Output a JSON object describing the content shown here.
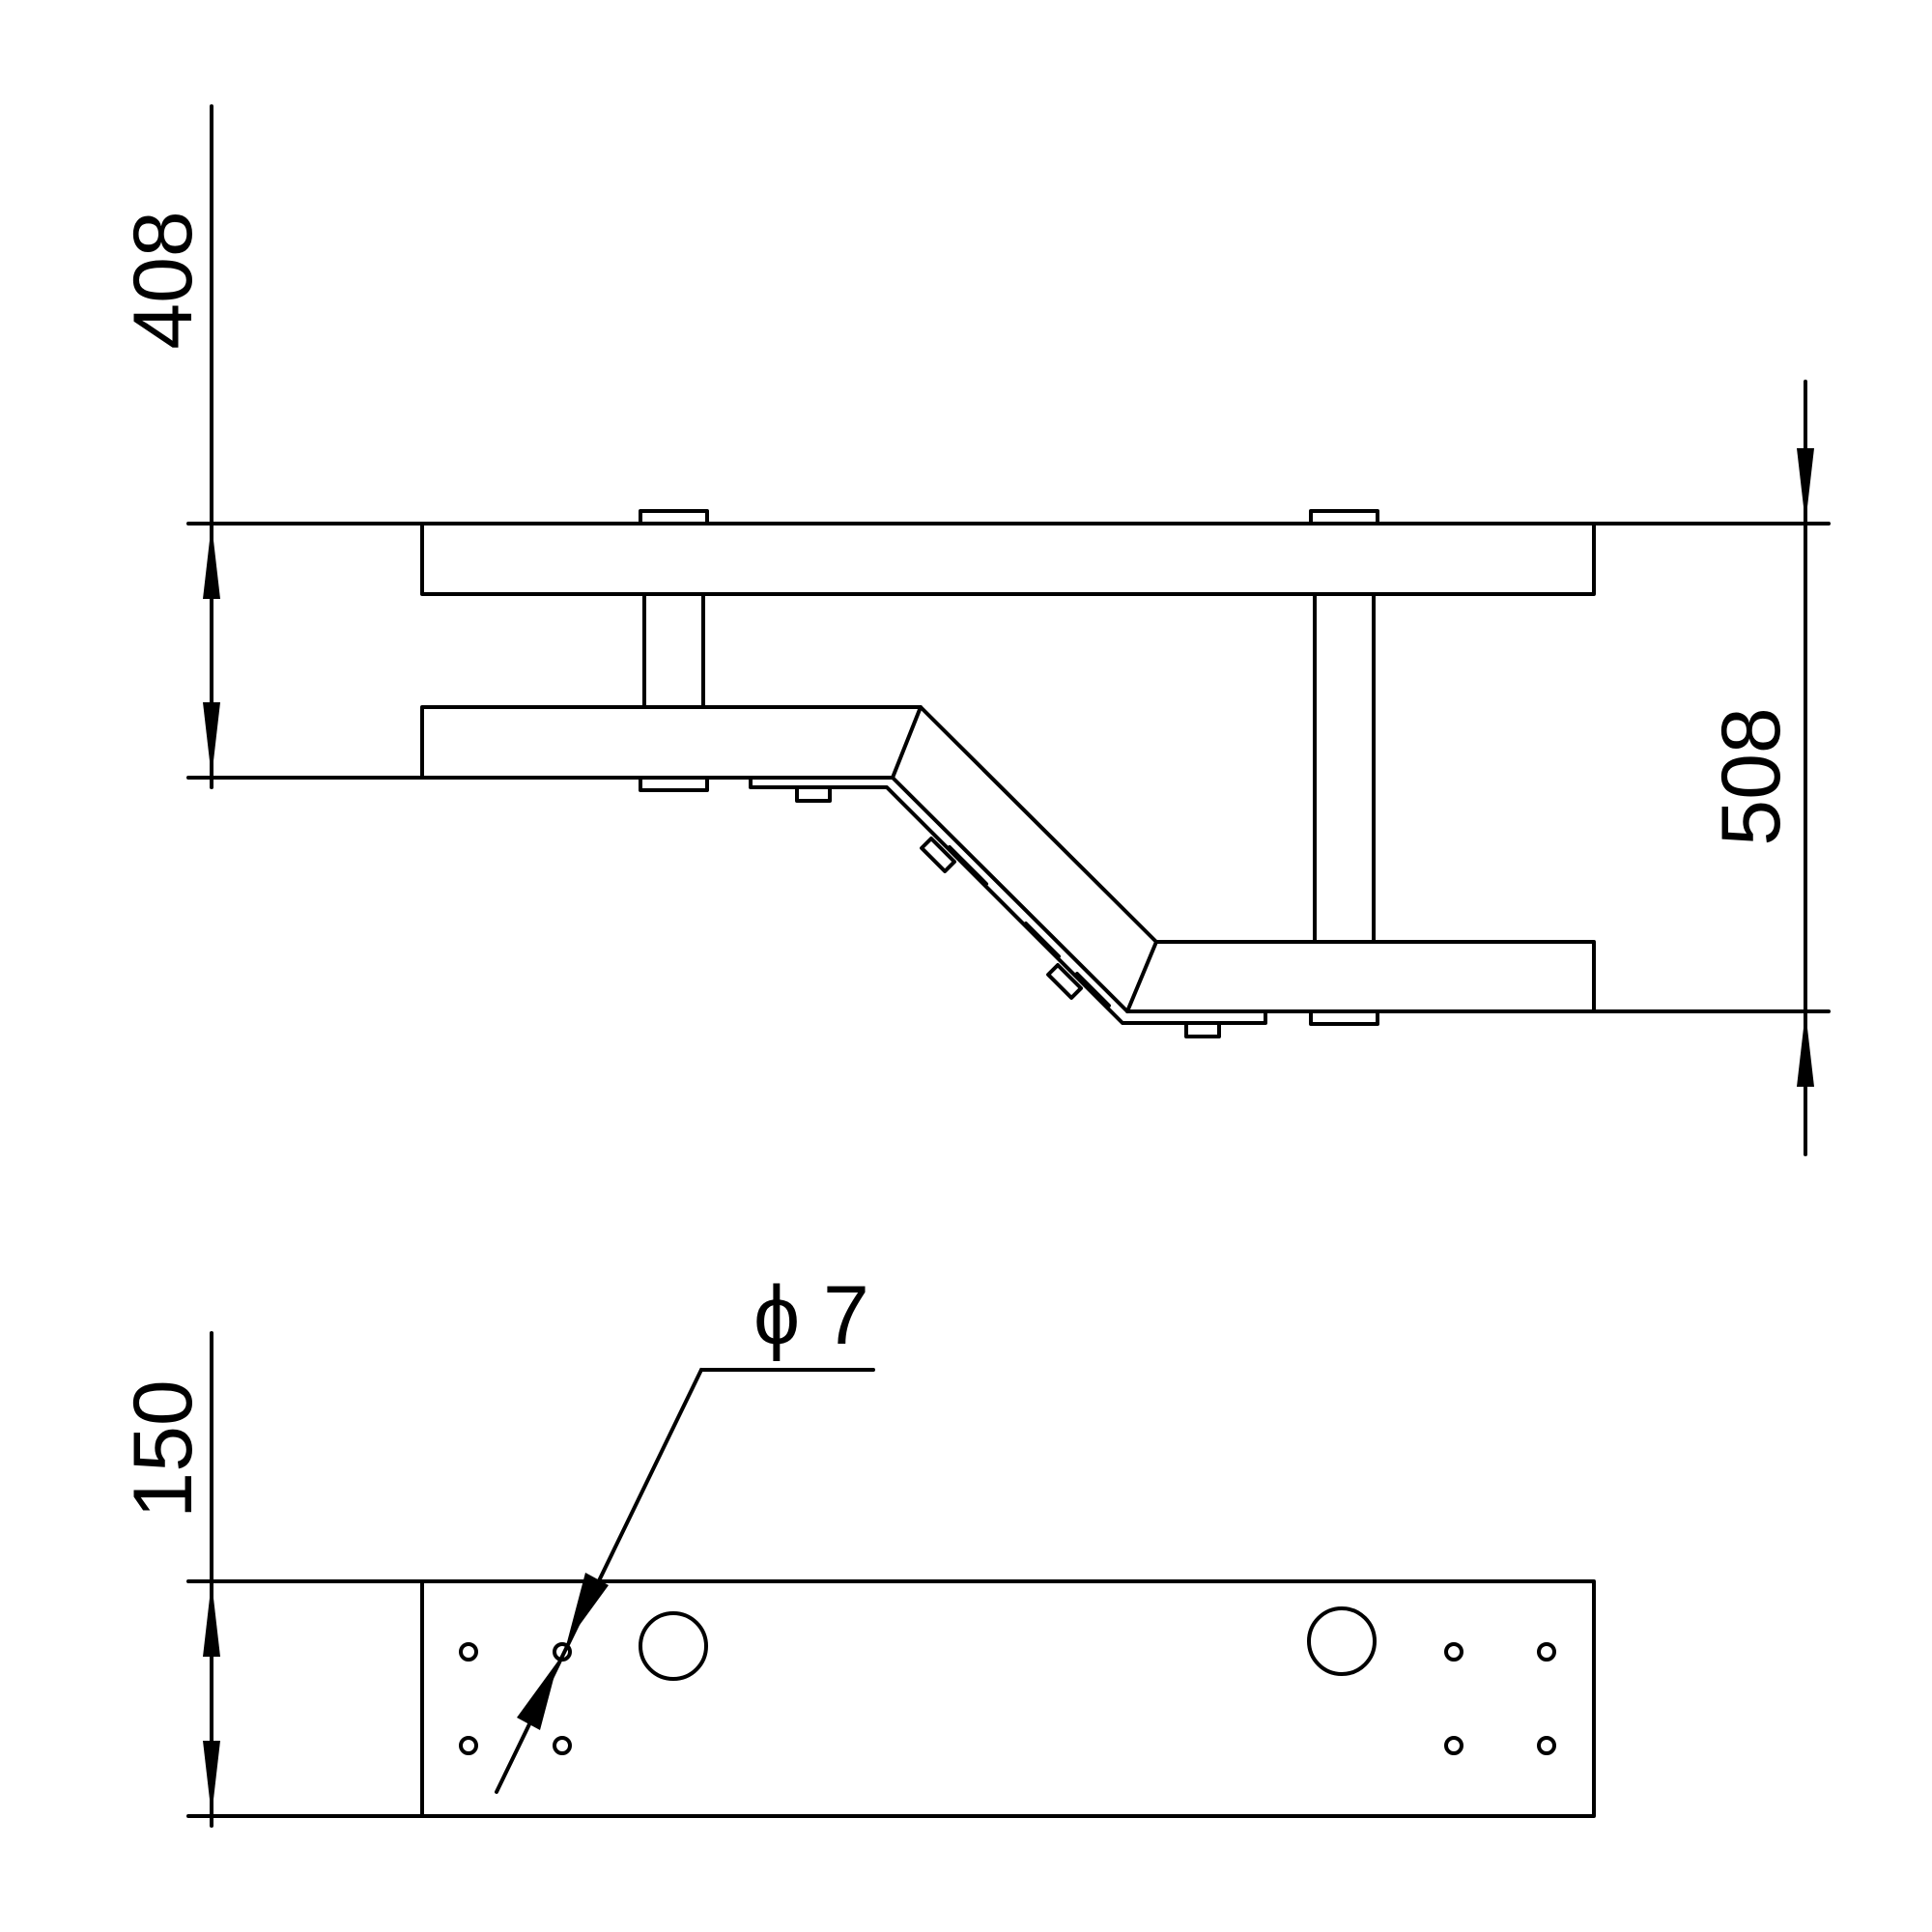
{
  "dimensions": {
    "top_left_height": "408",
    "top_right_height": "508",
    "bottom_height": "150",
    "hole_diameter": "ϕ 7"
  },
  "colors": {
    "line": "#000000",
    "background": "#ffffff"
  }
}
